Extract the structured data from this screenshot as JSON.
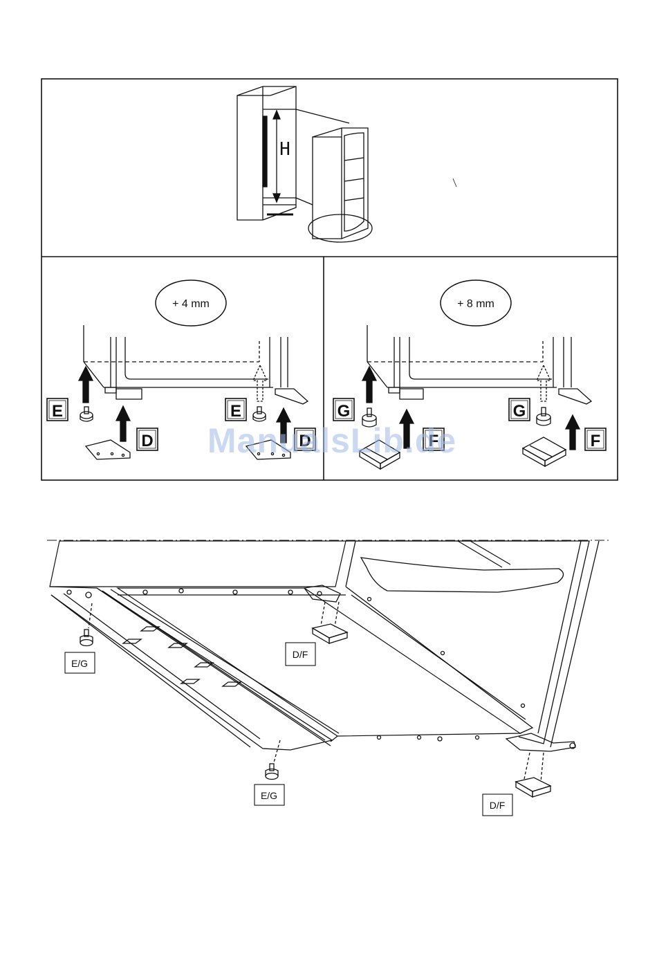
{
  "top_panel": {
    "height_label": "H"
  },
  "left_panel": {
    "spacing_badge": "+ 4 mm",
    "labels": {
      "front_left": "E",
      "bottom_left": "D",
      "front_right": "E",
      "bottom_right": "D"
    }
  },
  "right_panel": {
    "spacing_badge": "+ 8 mm",
    "labels": {
      "front_left": "G",
      "bottom_left": "F",
      "front_right": "G",
      "bottom_right": "F"
    }
  },
  "bottom_view": {
    "callouts": {
      "front_left": "E/G",
      "front_middle": "E/G",
      "rear_top": "D/F",
      "rear_bottom": "D/F"
    }
  },
  "watermark": "ManualsLib.de"
}
